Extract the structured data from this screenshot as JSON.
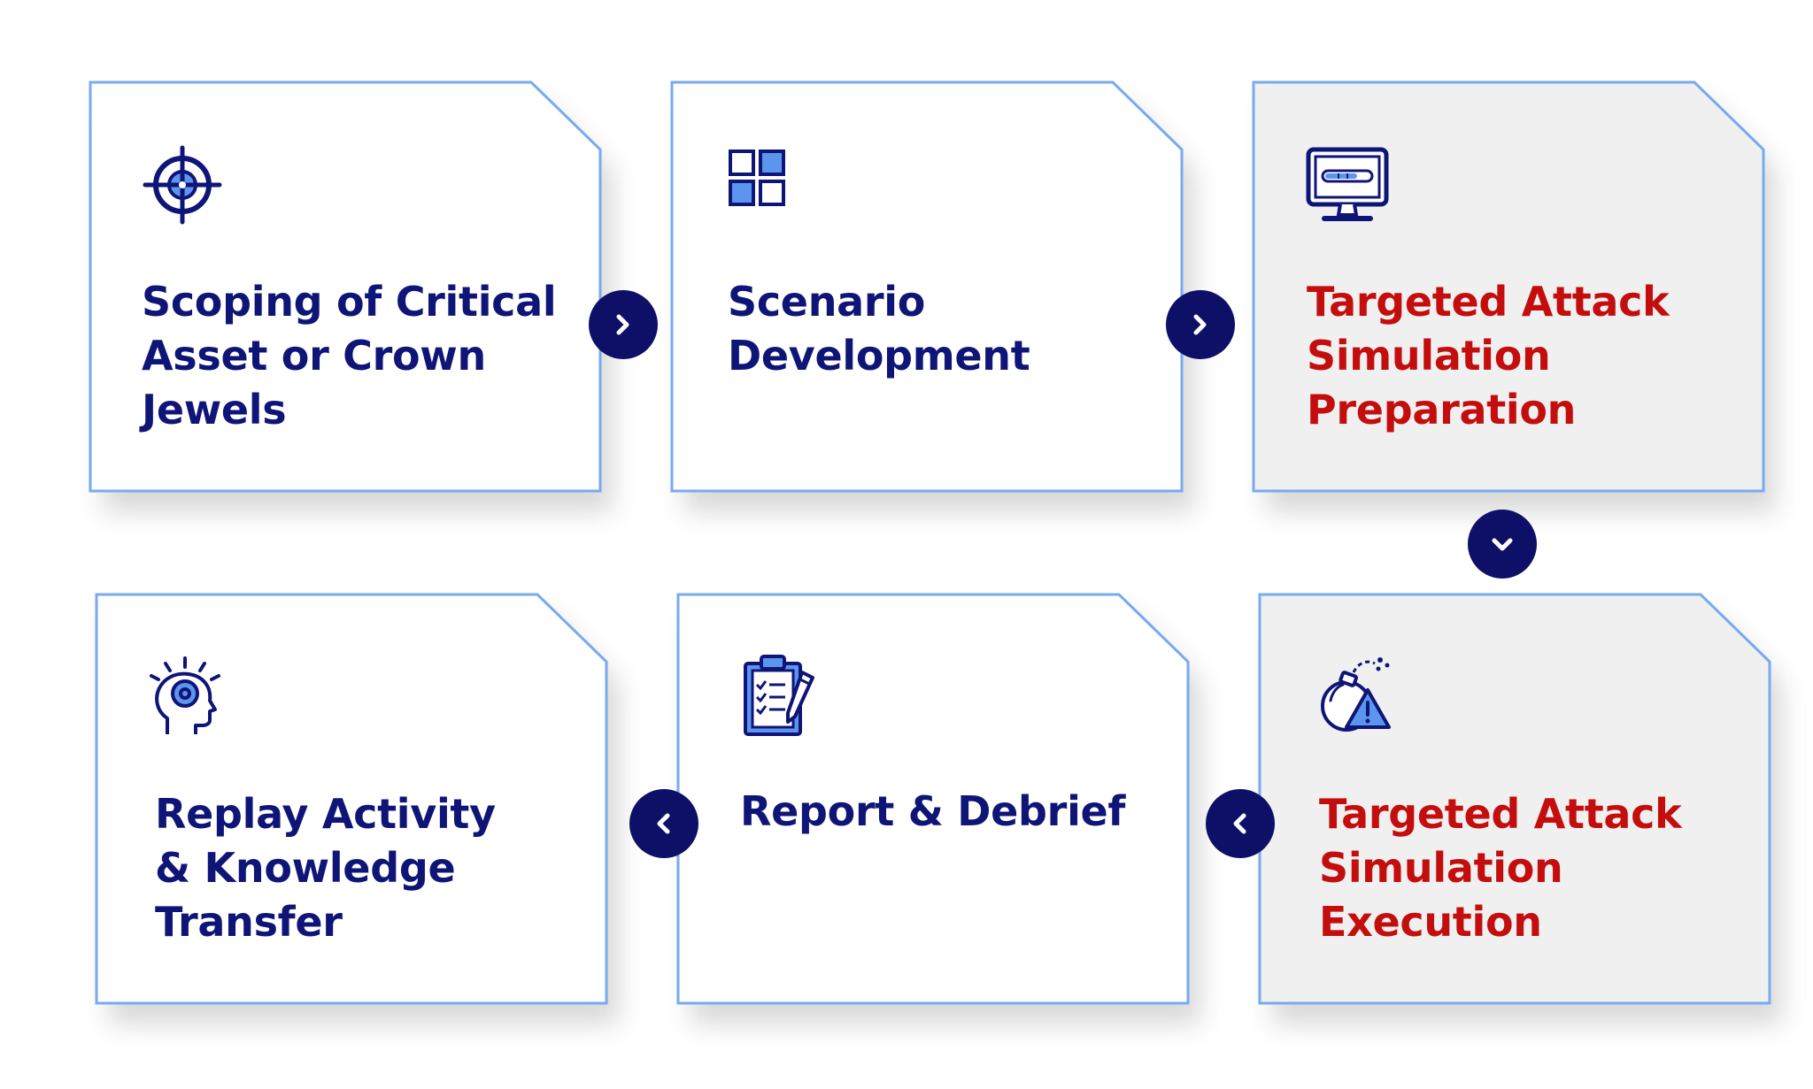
{
  "colors": {
    "card_border": "#78aaf0",
    "card_fill_default": "#ffffff",
    "card_fill_highlight": "#f0f0f0",
    "text_default": "#0f1577",
    "text_highlight": "#c40e0e",
    "arrow_fill": "#0d1066",
    "icon_stroke": "#0f1577",
    "icon_accent": "#5c95ee"
  },
  "steps": [
    {
      "label": "Scoping of Critical\nAsset or Crown\nJewels",
      "icon": "target-crosshair-icon",
      "highlight": false
    },
    {
      "label": "Scenario\nDevelopment",
      "icon": "grid-squares-icon",
      "highlight": false
    },
    {
      "label": "Targeted Attack\nSimulation\nPreparation",
      "icon": "monitor-progress-icon",
      "highlight": true
    },
    {
      "label": "Targeted Attack\nSimulation\nExecution",
      "icon": "bomb-warning-icon",
      "highlight": true
    },
    {
      "label": "Report & Debrief",
      "icon": "clipboard-checklist-icon",
      "highlight": false
    },
    {
      "label": "Replay Activity\n& Knowledge\nTransfer",
      "icon": "head-lightbulb-icon",
      "highlight": false
    }
  ],
  "connectors": [
    {
      "from": 1,
      "to": 2,
      "direction": "right",
      "icon": "chevron-right-icon"
    },
    {
      "from": 2,
      "to": 3,
      "direction": "right",
      "icon": "chevron-right-icon"
    },
    {
      "from": 3,
      "to": 4,
      "direction": "down",
      "icon": "chevron-down-icon"
    },
    {
      "from": 4,
      "to": 5,
      "direction": "left",
      "icon": "chevron-left-icon"
    },
    {
      "from": 5,
      "to": 6,
      "direction": "left",
      "icon": "chevron-left-icon"
    }
  ]
}
